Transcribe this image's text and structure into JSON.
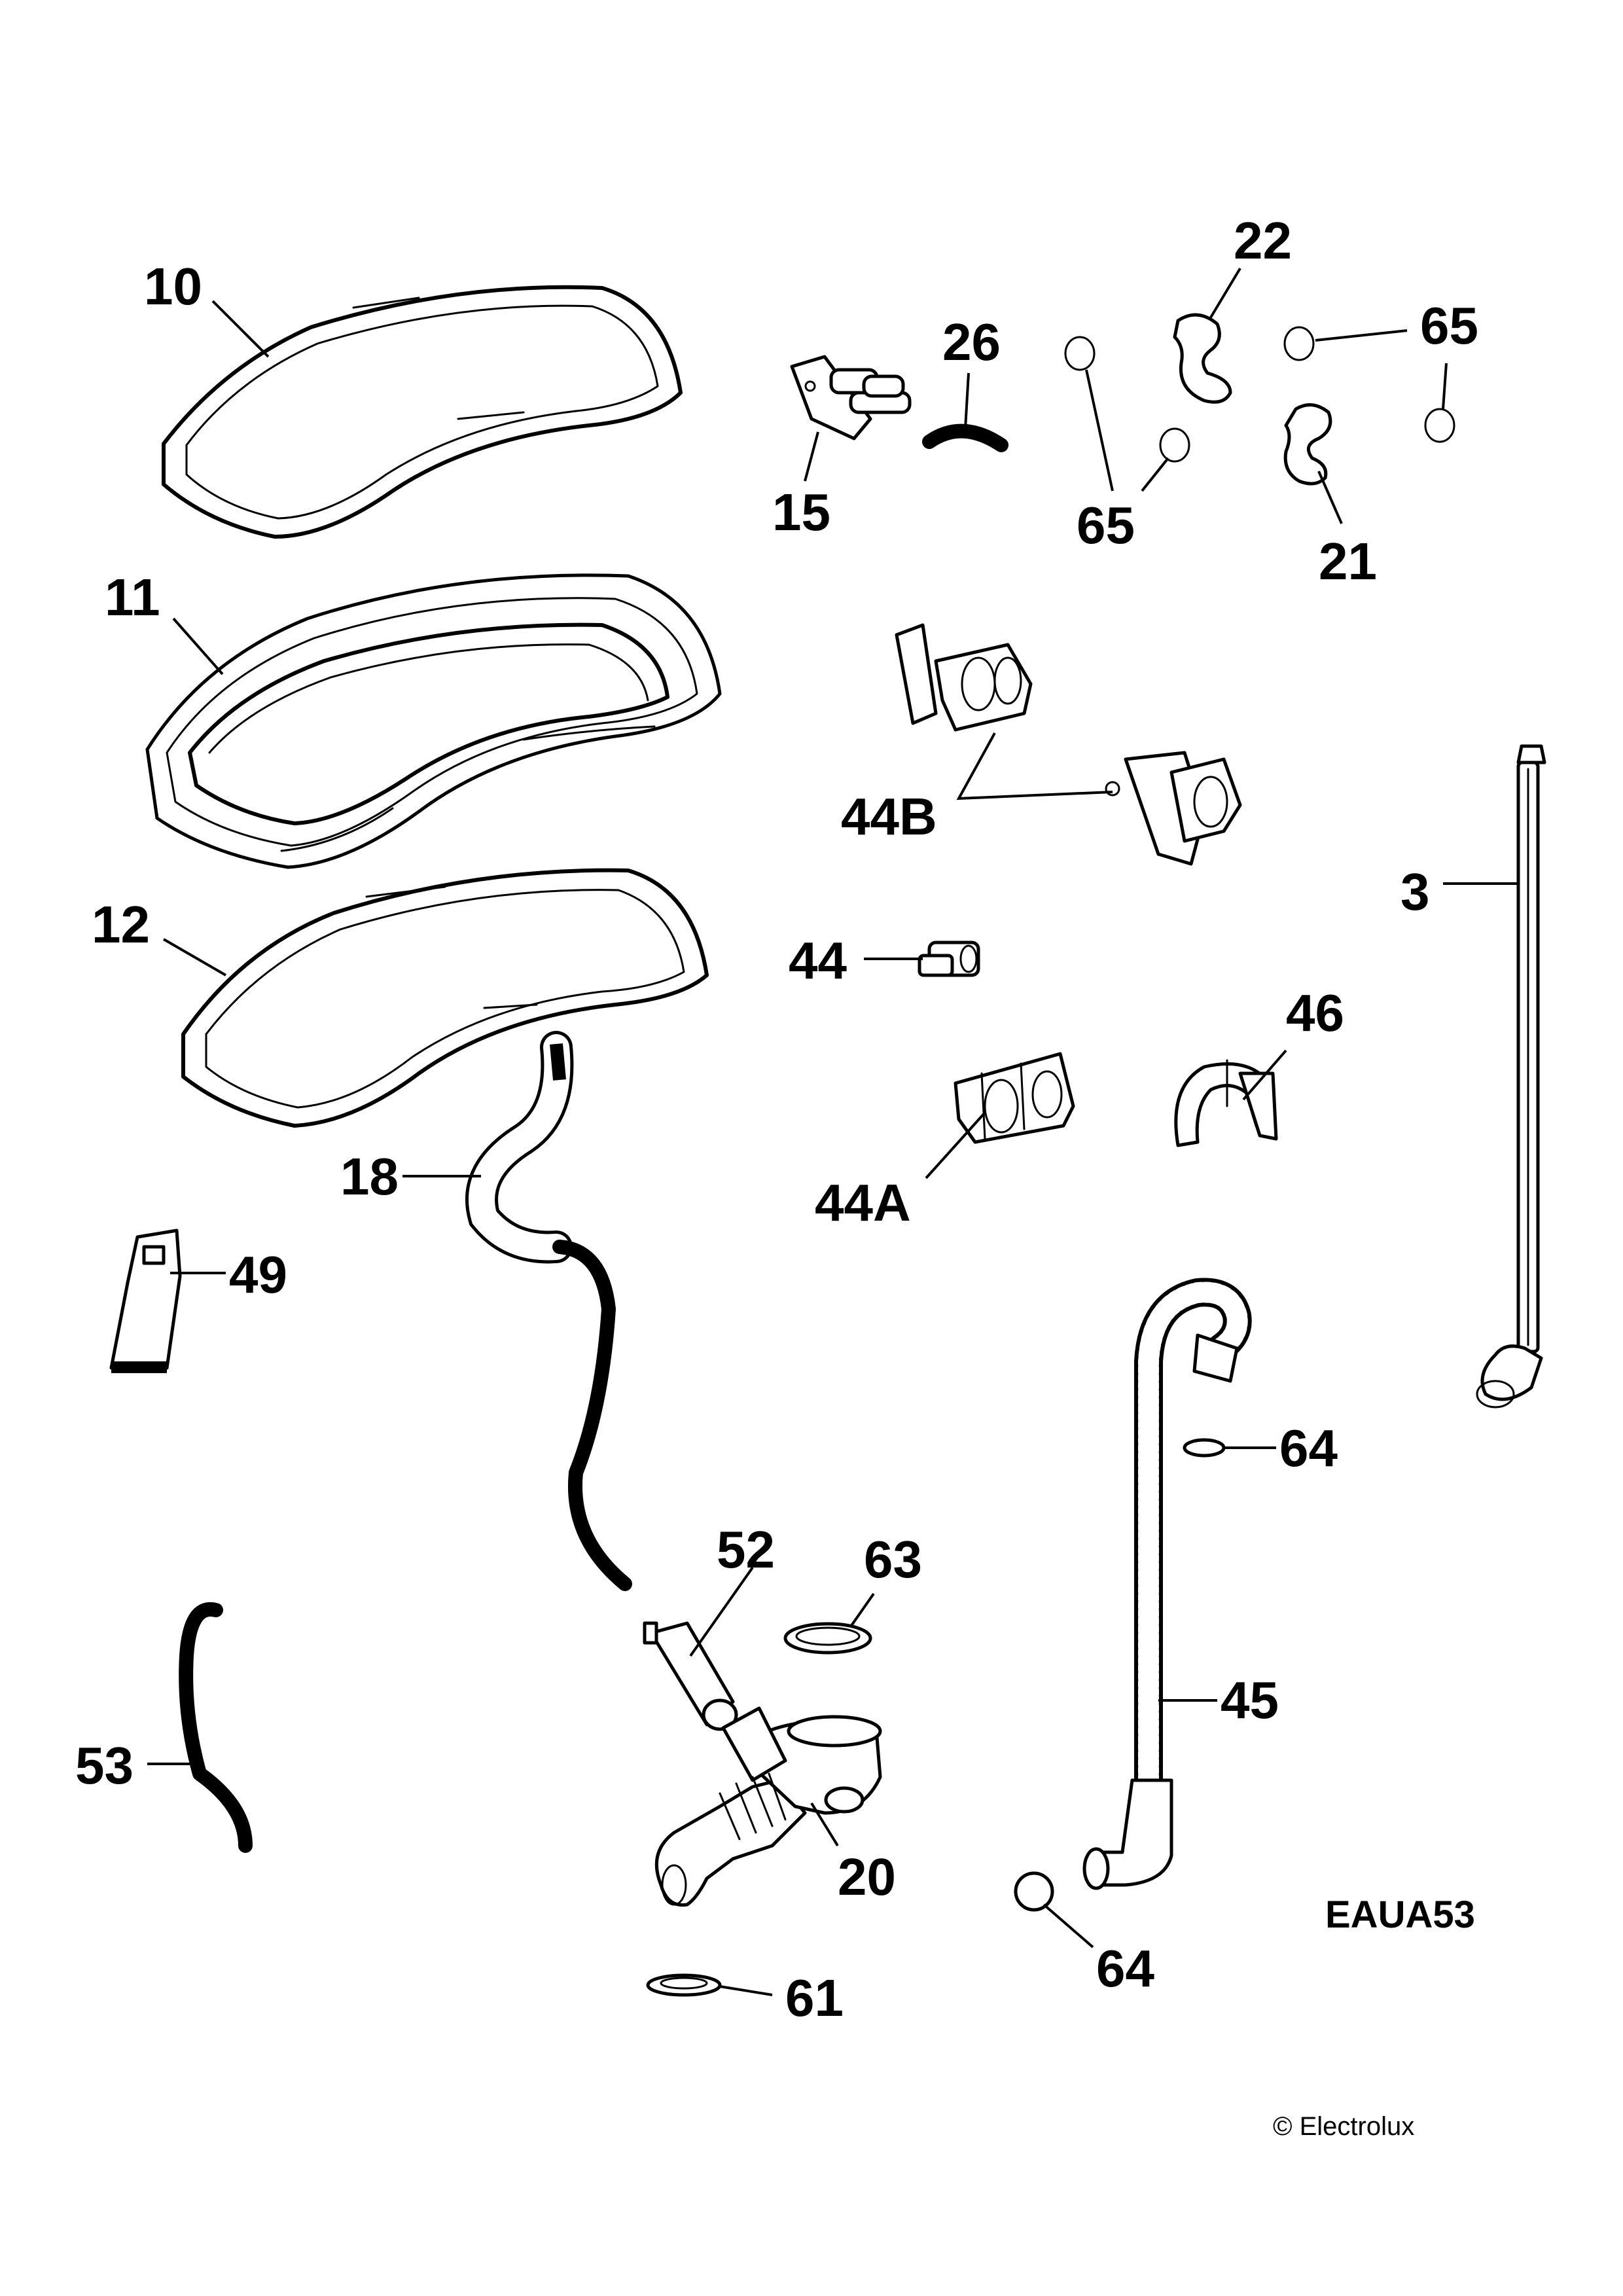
{
  "diagram": {
    "callouts": [
      {
        "id": "10",
        "text": "10"
      },
      {
        "id": "11",
        "text": "11"
      },
      {
        "id": "12",
        "text": "12"
      },
      {
        "id": "15",
        "text": "15"
      },
      {
        "id": "26",
        "text": "26"
      },
      {
        "id": "22",
        "text": "22"
      },
      {
        "id": "65a",
        "text": "65"
      },
      {
        "id": "65b",
        "text": "65"
      },
      {
        "id": "21",
        "text": "21"
      },
      {
        "id": "44B",
        "text": "44B"
      },
      {
        "id": "3",
        "text": "3"
      },
      {
        "id": "44",
        "text": "44"
      },
      {
        "id": "46",
        "text": "46"
      },
      {
        "id": "44A",
        "text": "44A"
      },
      {
        "id": "18",
        "text": "18"
      },
      {
        "id": "49",
        "text": "49"
      },
      {
        "id": "64a",
        "text": "64"
      },
      {
        "id": "52",
        "text": "52"
      },
      {
        "id": "63",
        "text": "63"
      },
      {
        "id": "45",
        "text": "45"
      },
      {
        "id": "53",
        "text": "53"
      },
      {
        "id": "20",
        "text": "20"
      },
      {
        "id": "64b",
        "text": "64"
      },
      {
        "id": "61",
        "text": "61"
      }
    ],
    "code": "EAUA53",
    "copyright": "© Electrolux"
  }
}
